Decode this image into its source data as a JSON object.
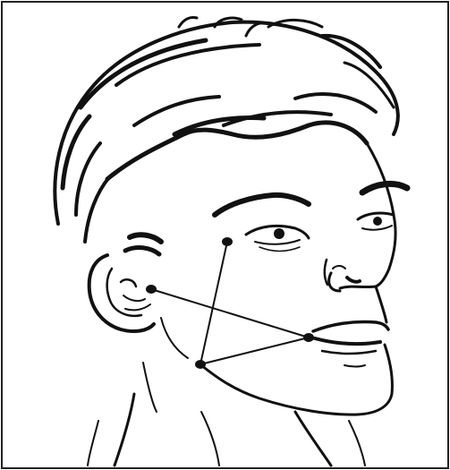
{
  "figure": {
    "kind": "line-drawing",
    "subject": "face-profile-three-quarter",
    "colors": {
      "ink": "#111111",
      "background": "#ffffff",
      "border": "#222222"
    }
  },
  "points": [
    {
      "id": "cheekbone"
    },
    {
      "id": "ear-tragus"
    },
    {
      "id": "mouth-corner"
    },
    {
      "id": "jaw-angle"
    }
  ],
  "connections": [
    {
      "from": "cheekbone",
      "to": "jaw-angle"
    },
    {
      "from": "ear-tragus",
      "to": "mouth-corner"
    },
    {
      "from": "jaw-angle",
      "to": "mouth-corner"
    }
  ]
}
